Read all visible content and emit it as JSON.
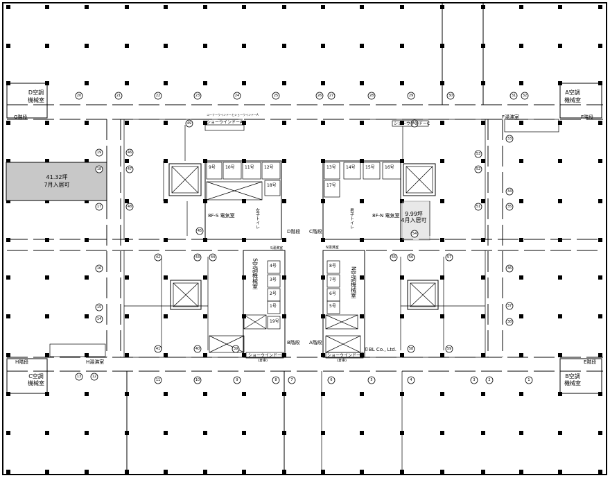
{
  "vacancies": [
    {
      "area": "41.32坪",
      "availability": "7月入居可",
      "color": "#c8c8c8"
    },
    {
      "area": "9.99坪",
      "availability": "4月入居可",
      "color": "#c8c8c8"
    }
  ],
  "machine_rooms": [
    {
      "id": "d",
      "label": "D空調\n機械室"
    },
    {
      "id": "a",
      "label": "A空調\n機械室"
    },
    {
      "id": "c",
      "label": "C空調\n機械室"
    },
    {
      "id": "b",
      "label": "B空調\n機械室"
    },
    {
      "id": "s",
      "label": "S空調機械室"
    },
    {
      "id": "n",
      "label": "N空調機械室"
    }
  ],
  "stairs": {
    "g": "G階段",
    "f": "F階段",
    "h": "H階段",
    "e": "E階段",
    "d": "D階段",
    "c": "C階段",
    "b": "B階段",
    "a": "A階段"
  },
  "utility_rooms": {
    "f_kettle": "F湯沸室",
    "h_kettle": "H湯沸室",
    "s_kettle": "S湯沸室",
    "n_kettle": "N湯沸室",
    "s_electric": "8F-S 電気室",
    "n_electric": "8F-N 電気室",
    "s_toilet": "女子トイレ",
    "n_toilet": "男子トイレ"
  },
  "show_windows": {
    "a": "ショーウインドーA",
    "b": "ショーウインドーB",
    "c": "ショーウインドーC",
    "note_top": "コーナーウインドーとショーウインドーA",
    "sub_b": "(倉庫)",
    "sub_c": "(倉庫)"
  },
  "rooms_s": [
    "9号",
    "10号",
    "11号",
    "12号",
    "18号"
  ],
  "rooms_n": [
    "13号",
    "14号",
    "15号",
    "16号",
    "17号"
  ],
  "rooms_s_core": [
    "4号",
    "3号",
    "2号",
    "1号",
    "19号"
  ],
  "rooms_n_core": [
    "8号",
    "7号",
    "6号",
    "5号"
  ],
  "company_mark": "©BL Co., Ltd.",
  "column_numbers": [
    {
      "n": "20"
    },
    {
      "n": "21"
    },
    {
      "n": "22"
    },
    {
      "n": "23"
    },
    {
      "n": "24"
    },
    {
      "n": "25"
    },
    {
      "n": "26"
    },
    {
      "n": "27"
    },
    {
      "n": "28"
    },
    {
      "n": "29"
    },
    {
      "n": "30"
    },
    {
      "n": "31"
    },
    {
      "n": "32"
    },
    {
      "n": "49"
    },
    {
      "n": "50"
    },
    {
      "n": "19"
    },
    {
      "n": "18"
    },
    {
      "n": "17"
    },
    {
      "n": "46"
    },
    {
      "n": "47"
    },
    {
      "n": "48"
    },
    {
      "n": "53"
    },
    {
      "n": "52"
    },
    {
      "n": "51"
    },
    {
      "n": "33"
    },
    {
      "n": "34"
    },
    {
      "n": "35"
    },
    {
      "n": "54"
    },
    {
      "n": "45"
    },
    {
      "n": "42"
    },
    {
      "n": "43"
    },
    {
      "n": "44"
    },
    {
      "n": "55"
    },
    {
      "n": "56"
    },
    {
      "n": "57"
    },
    {
      "n": "16"
    },
    {
      "n": "15"
    },
    {
      "n": "14"
    },
    {
      "n": "36"
    },
    {
      "n": "37"
    },
    {
      "n": "38"
    },
    {
      "n": "41"
    },
    {
      "n": "40"
    },
    {
      "n": "39"
    },
    {
      "n": "58"
    },
    {
      "n": "59"
    },
    {
      "n": "13"
    },
    {
      "n": "12"
    },
    {
      "n": "11"
    },
    {
      "n": "10"
    },
    {
      "n": "9"
    },
    {
      "n": "8"
    },
    {
      "n": "7"
    },
    {
      "n": "6"
    },
    {
      "n": "5"
    },
    {
      "n": "4"
    },
    {
      "n": "3"
    },
    {
      "n": "2"
    },
    {
      "n": "1"
    }
  ]
}
